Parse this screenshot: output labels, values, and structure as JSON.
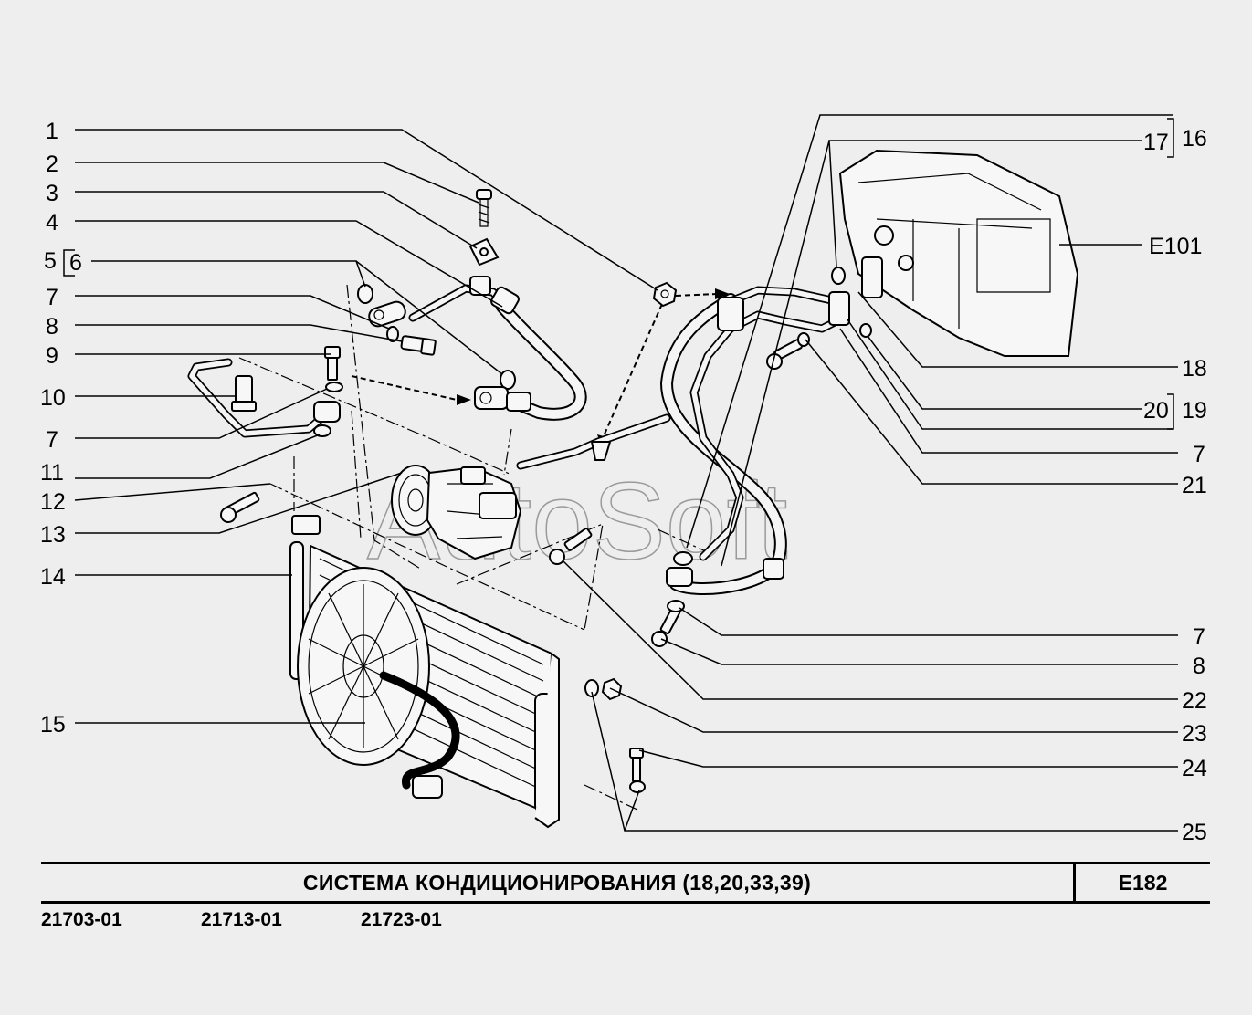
{
  "callouts_left": [
    "1",
    "2",
    "3",
    "4",
    "5",
    "6",
    "7",
    "8",
    "9",
    "10",
    "7",
    "11",
    "12",
    "13",
    "14",
    "15"
  ],
  "callouts_right": [
    "17",
    "16",
    "E101",
    "18",
    "20",
    "19",
    "7",
    "21",
    "7",
    "8",
    "22",
    "23",
    "24",
    "25"
  ],
  "watermark": "AutoSoft",
  "title": "СИСТЕМА  КОНДИЦИОНИРОВАНИЯ (18,20,33,39)",
  "code": "E182",
  "models": [
    "21703-01",
    "21713-01",
    "21723-01"
  ],
  "colors": {
    "background": "#eeeeee",
    "line": "#000000",
    "part_fill": "#f7f7f7",
    "watermark": "#9a9a9a"
  }
}
